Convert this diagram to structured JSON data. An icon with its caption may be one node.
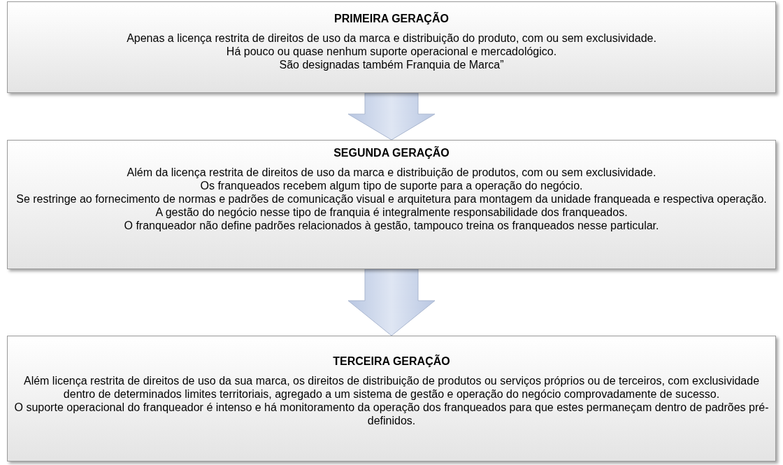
{
  "diagram": {
    "nodes": [
      {
        "text": [
          "PRIMEIRA GERAÇÃO",
          "Apenas a licença restrita de direitos de uso da marca e distribuição do produto, com ou sem exclusividade.",
          "Há pouco ou quase nenhum  suporte operacional e mercadológico.",
          "São designadas também Franquia de Marca”"
        ]
      },
      {
        "text": [
          "SEGUNDA GERAÇÃO",
          "Além da licença restrita de direitos de uso da marca e distribuição de produtos, com ou sem exclusividade.",
          "Os franqueados recebem algum tipo de suporte para a operação do negócio.",
          "Se restringe ao fornecimento de normas e padrões de comunicação visual e arquitetura para montagem da unidade franqueada e respectiva operação.",
          "A gestão do negócio nesse tipo de franquia é integralmente responsabilidade dos franqueados.",
          "O franqueador não define padrões relacionados à gestão, tampouco treina os franqueados nesse particular."
        ]
      },
      {
        "text": [
          "TERCEIRA GERAÇÃO",
          "Além licença restrita de direitos de uso da sua marca, os direitos de distribuição de produtos ou serviços próprios ou de terceiros, com exclusividade dentro de determinados limites territoriais, agregado a um sistema de gestão e operação do negócio comprovadamente de sucesso.",
          "O suporte operacional do franqueador é  intenso e há monitoramento da operação dos franqueados para que estes permaneçam dentro de padrões pré-definidos."
        ]
      }
    ],
    "edges": [
      {
        "from": 0,
        "to": 1,
        "arrow": "to"
      },
      {
        "from": 1,
        "to": 2,
        "arrow": "to"
      }
    ]
  }
}
